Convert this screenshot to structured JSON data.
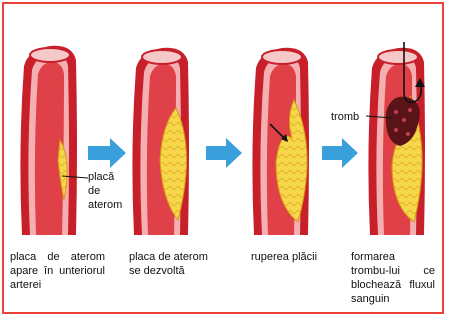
{
  "figure": {
    "accent_border_color": "#e8423a",
    "arrow_color": "#3aa0dc",
    "artery_outer_color": "#c8202a",
    "artery_lumen_color": "#e04048",
    "artery_wall_color": "#f4b0b0",
    "plaque_color": "#f2c830",
    "clot_color": "#5a1418"
  },
  "panels": [
    {
      "caption": "placa de aterom apare în unteriorul arterei"
    },
    {
      "caption": "placa de aterom se dezvoltă"
    },
    {
      "caption": "ruperea plăcii"
    },
    {
      "caption": "formarea trombu-lui ce blochează fluxul sanguin"
    }
  ],
  "labels": {
    "plaque": "placă de aterom",
    "thrombus": "tromb"
  }
}
